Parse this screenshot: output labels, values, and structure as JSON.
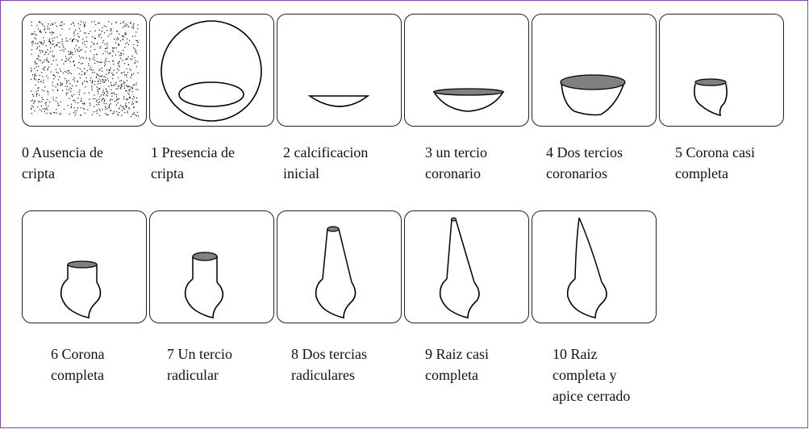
{
  "stages": [
    {
      "num": "0",
      "lines": [
        "0 Ausencia de",
        "cripta"
      ]
    },
    {
      "num": "1",
      "lines": [
        "1 Presencia de",
        "cripta"
      ]
    },
    {
      "num": "2",
      "lines": [
        "2 calcificacion",
        "inicial"
      ]
    },
    {
      "num": "3",
      "lines": [
        "3 un tercio",
        "coronario"
      ]
    },
    {
      "num": "4",
      "lines": [
        "4 Dos tercios",
        "coronarios"
      ]
    },
    {
      "num": "5",
      "lines": [
        "5 Corona casi",
        "completa"
      ]
    },
    {
      "num": "6",
      "lines": [
        "6 Corona",
        "completa"
      ]
    },
    {
      "num": "7",
      "lines": [
        "7 Un tercio",
        "radicular"
      ]
    },
    {
      "num": "8",
      "lines": [
        "8 Dos tercias",
        "radiculares"
      ]
    },
    {
      "num": "9",
      "lines": [
        "9 Raiz casi",
        "completa"
      ]
    },
    {
      "num": "10",
      "lines": [
        "10 Raiz",
        "completa y",
        "apice cerrado"
      ]
    }
  ],
  "colors": {
    "frame_border": "#7b4ea3",
    "fill_gray": "#808080",
    "stroke": "#000000"
  }
}
